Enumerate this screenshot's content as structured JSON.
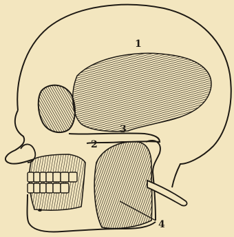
{
  "figure": {
    "background": "#f3e6bf",
    "ink": "#1e1a14",
    "labels": [
      {
        "id": "1",
        "text": "1"
      },
      {
        "id": "2",
        "text": "2"
      },
      {
        "id": "3",
        "text": "3"
      },
      {
        "id": "4",
        "text": "4"
      }
    ]
  }
}
